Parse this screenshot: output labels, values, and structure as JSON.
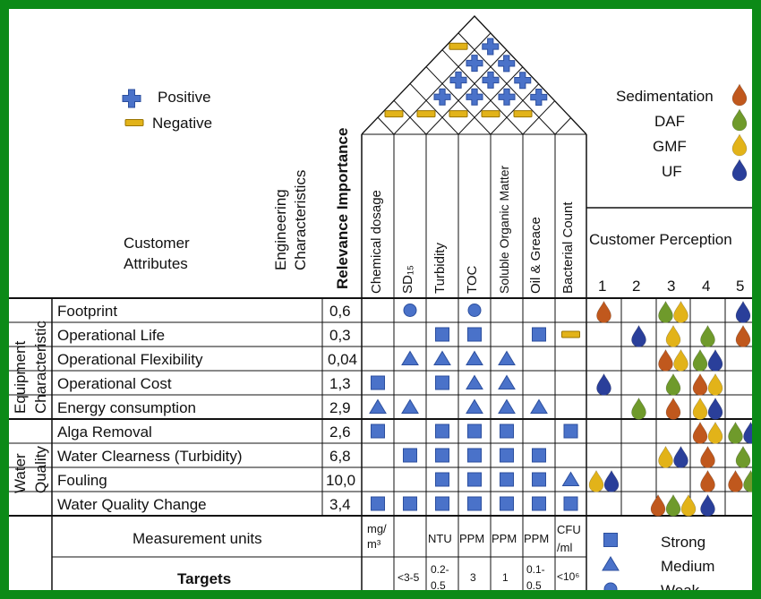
{
  "legend": {
    "positive": "Positive",
    "negative": "Negative",
    "strong": "Strong",
    "medium": "Medium",
    "weak": "Weak"
  },
  "methods": [
    {
      "name": "Sedimentation",
      "color": "#c0581d"
    },
    {
      "name": "DAF",
      "color": "#6f9a2b"
    },
    {
      "name": "GMF",
      "color": "#e2b319"
    },
    {
      "name": "UF",
      "color": "#2a3f9a"
    }
  ],
  "header": {
    "engineering_characteristics": [
      "Engineering",
      "Characteristics"
    ],
    "customer_attributes": [
      "Customer",
      "Attributes"
    ],
    "relevance_importance": "Relevance Importance",
    "customer_perception": "Customer Perception",
    "scale": [
      "1",
      "2",
      "3",
      "4",
      "5"
    ]
  },
  "characteristics": [
    "Chemical dosage",
    "SD₁₅",
    "Turbidity",
    "TOC",
    "Soluble Organic Matter",
    "Oil & Greace",
    "Bacterial Count"
  ],
  "groups": [
    {
      "name": [
        "Equipment",
        "Characteristic"
      ]
    },
    {
      "name": [
        "Water",
        "Quality"
      ]
    }
  ],
  "attributes": [
    {
      "name": "Footprint",
      "importance": "0,6"
    },
    {
      "name": "Operational Life",
      "importance": "0,3"
    },
    {
      "name": "Operational Flexibility",
      "importance": "0,04"
    },
    {
      "name": "Operational Cost",
      "importance": "1,3"
    },
    {
      "name": "Energy consumption",
      "importance": "2,9"
    },
    {
      "name": "Alga Removal",
      "importance": "2,6"
    },
    {
      "name": "Water Clearness (Turbidity)",
      "importance": "6,8"
    },
    {
      "name": "Fouling",
      "importance": "10,0"
    },
    {
      "name": "Water Quality Change",
      "importance": "3,4"
    }
  ],
  "relationships": [
    [
      "",
      "weak",
      "",
      "weak",
      "",
      "",
      ""
    ],
    [
      "",
      "",
      "strong",
      "strong",
      "",
      "strong",
      "negative"
    ],
    [
      "",
      "medium",
      "medium",
      "medium",
      "medium",
      "",
      ""
    ],
    [
      "strong",
      "",
      "strong",
      "medium",
      "medium",
      "",
      ""
    ],
    [
      "medium",
      "medium",
      "",
      "medium",
      "medium",
      "medium",
      ""
    ],
    [
      "strong",
      "",
      "strong",
      "strong",
      "strong",
      "",
      "strong"
    ],
    [
      "",
      "strong",
      "strong",
      "strong",
      "strong",
      "strong",
      ""
    ],
    [
      "",
      "",
      "strong",
      "strong",
      "strong",
      "strong",
      "medium"
    ],
    [
      "strong",
      "strong",
      "strong",
      "strong",
      "strong",
      "strong",
      "strong"
    ]
  ],
  "roof": [
    {
      "pair": [
        "Chemical dosage",
        "SD₁₅"
      ],
      "sign": "negative"
    },
    {
      "pair": [
        "SD₁₅",
        "Turbidity"
      ],
      "sign": "negative"
    },
    {
      "pair": [
        "Turbidity",
        "TOC"
      ],
      "sign": "negative"
    },
    {
      "pair": [
        "TOC",
        "Soluble Organic Matter"
      ],
      "sign": "negative"
    },
    {
      "pair": [
        "Soluble Organic Matter",
        "Oil & Greace"
      ],
      "sign": "negative"
    },
    {
      "pair": [
        "Chemical dosage",
        "Oil & Greace"
      ],
      "sign": "negative"
    },
    {
      "pair": [
        "SD₁₅",
        "TOC"
      ],
      "sign": "positive"
    },
    {
      "pair": [
        "SD₁₅",
        "Soluble Organic Matter"
      ],
      "sign": "positive"
    },
    {
      "pair": [
        "SD₁₅",
        "Oil & Greace"
      ],
      "sign": "positive"
    },
    {
      "pair": [
        "SD₁₅",
        "Bacterial Count"
      ],
      "sign": "positive"
    },
    {
      "pair": [
        "Turbidity",
        "Soluble Organic Matter"
      ],
      "sign": "positive"
    },
    {
      "pair": [
        "Turbidity",
        "Oil & Greace"
      ],
      "sign": "positive"
    },
    {
      "pair": [
        "Turbidity",
        "Bacterial Count"
      ],
      "sign": "positive"
    },
    {
      "pair": [
        "TOC",
        "Oil & Greace"
      ],
      "sign": "positive"
    },
    {
      "pair": [
        "TOC",
        "Bacterial Count"
      ],
      "sign": "positive"
    },
    {
      "pair": [
        "Soluble Organic Matter",
        "Bacterial Count"
      ],
      "sign": "positive"
    }
  ],
  "perception": [
    [
      [
        "Sedimentation"
      ],
      [],
      [
        "DAF",
        "GMF"
      ],
      [],
      [
        "UF"
      ]
    ],
    [
      [],
      [
        "UF"
      ],
      [
        "GMF"
      ],
      [
        "DAF"
      ],
      [
        "Sedimentation"
      ]
    ],
    [
      [],
      [],
      [
        "Sedimentation",
        "GMF"
      ],
      [
        "DAF",
        "UF"
      ],
      []
    ],
    [
      [
        "UF"
      ],
      [],
      [
        "DAF"
      ],
      [
        "Sedimentation",
        "GMF"
      ],
      []
    ],
    [
      [],
      [
        "DAF"
      ],
      [
        "Sedimentation"
      ],
      [
        "GMF",
        "UF"
      ],
      []
    ],
    [
      [],
      [],
      [],
      [
        "Sedimentation",
        "GMF"
      ],
      [
        "DAF",
        "UF"
      ]
    ],
    [
      [],
      [],
      [
        "GMF",
        "UF"
      ],
      [
        "Sedimentation"
      ],
      [
        "DAF"
      ]
    ],
    [
      [
        "GMF",
        "UF"
      ],
      [],
      [],
      [
        "Sedimentation"
      ],
      [
        "Sedimentation",
        "DAF"
      ]
    ],
    [
      [],
      [],
      [
        "Sedimentation",
        "DAF",
        "GMF"
      ],
      [
        "UF"
      ],
      []
    ]
  ],
  "units": {
    "label": "Measurement units",
    "values": [
      "mg/ m³",
      "",
      "NTU",
      "PPM",
      "PPM",
      "PPM",
      "CFU /ml"
    ]
  },
  "targets": {
    "label": "Targets",
    "values": [
      "",
      "<3-5",
      "0.2- 0.5",
      "3",
      "1",
      "0.1- 0.5",
      "<10⁶"
    ]
  }
}
